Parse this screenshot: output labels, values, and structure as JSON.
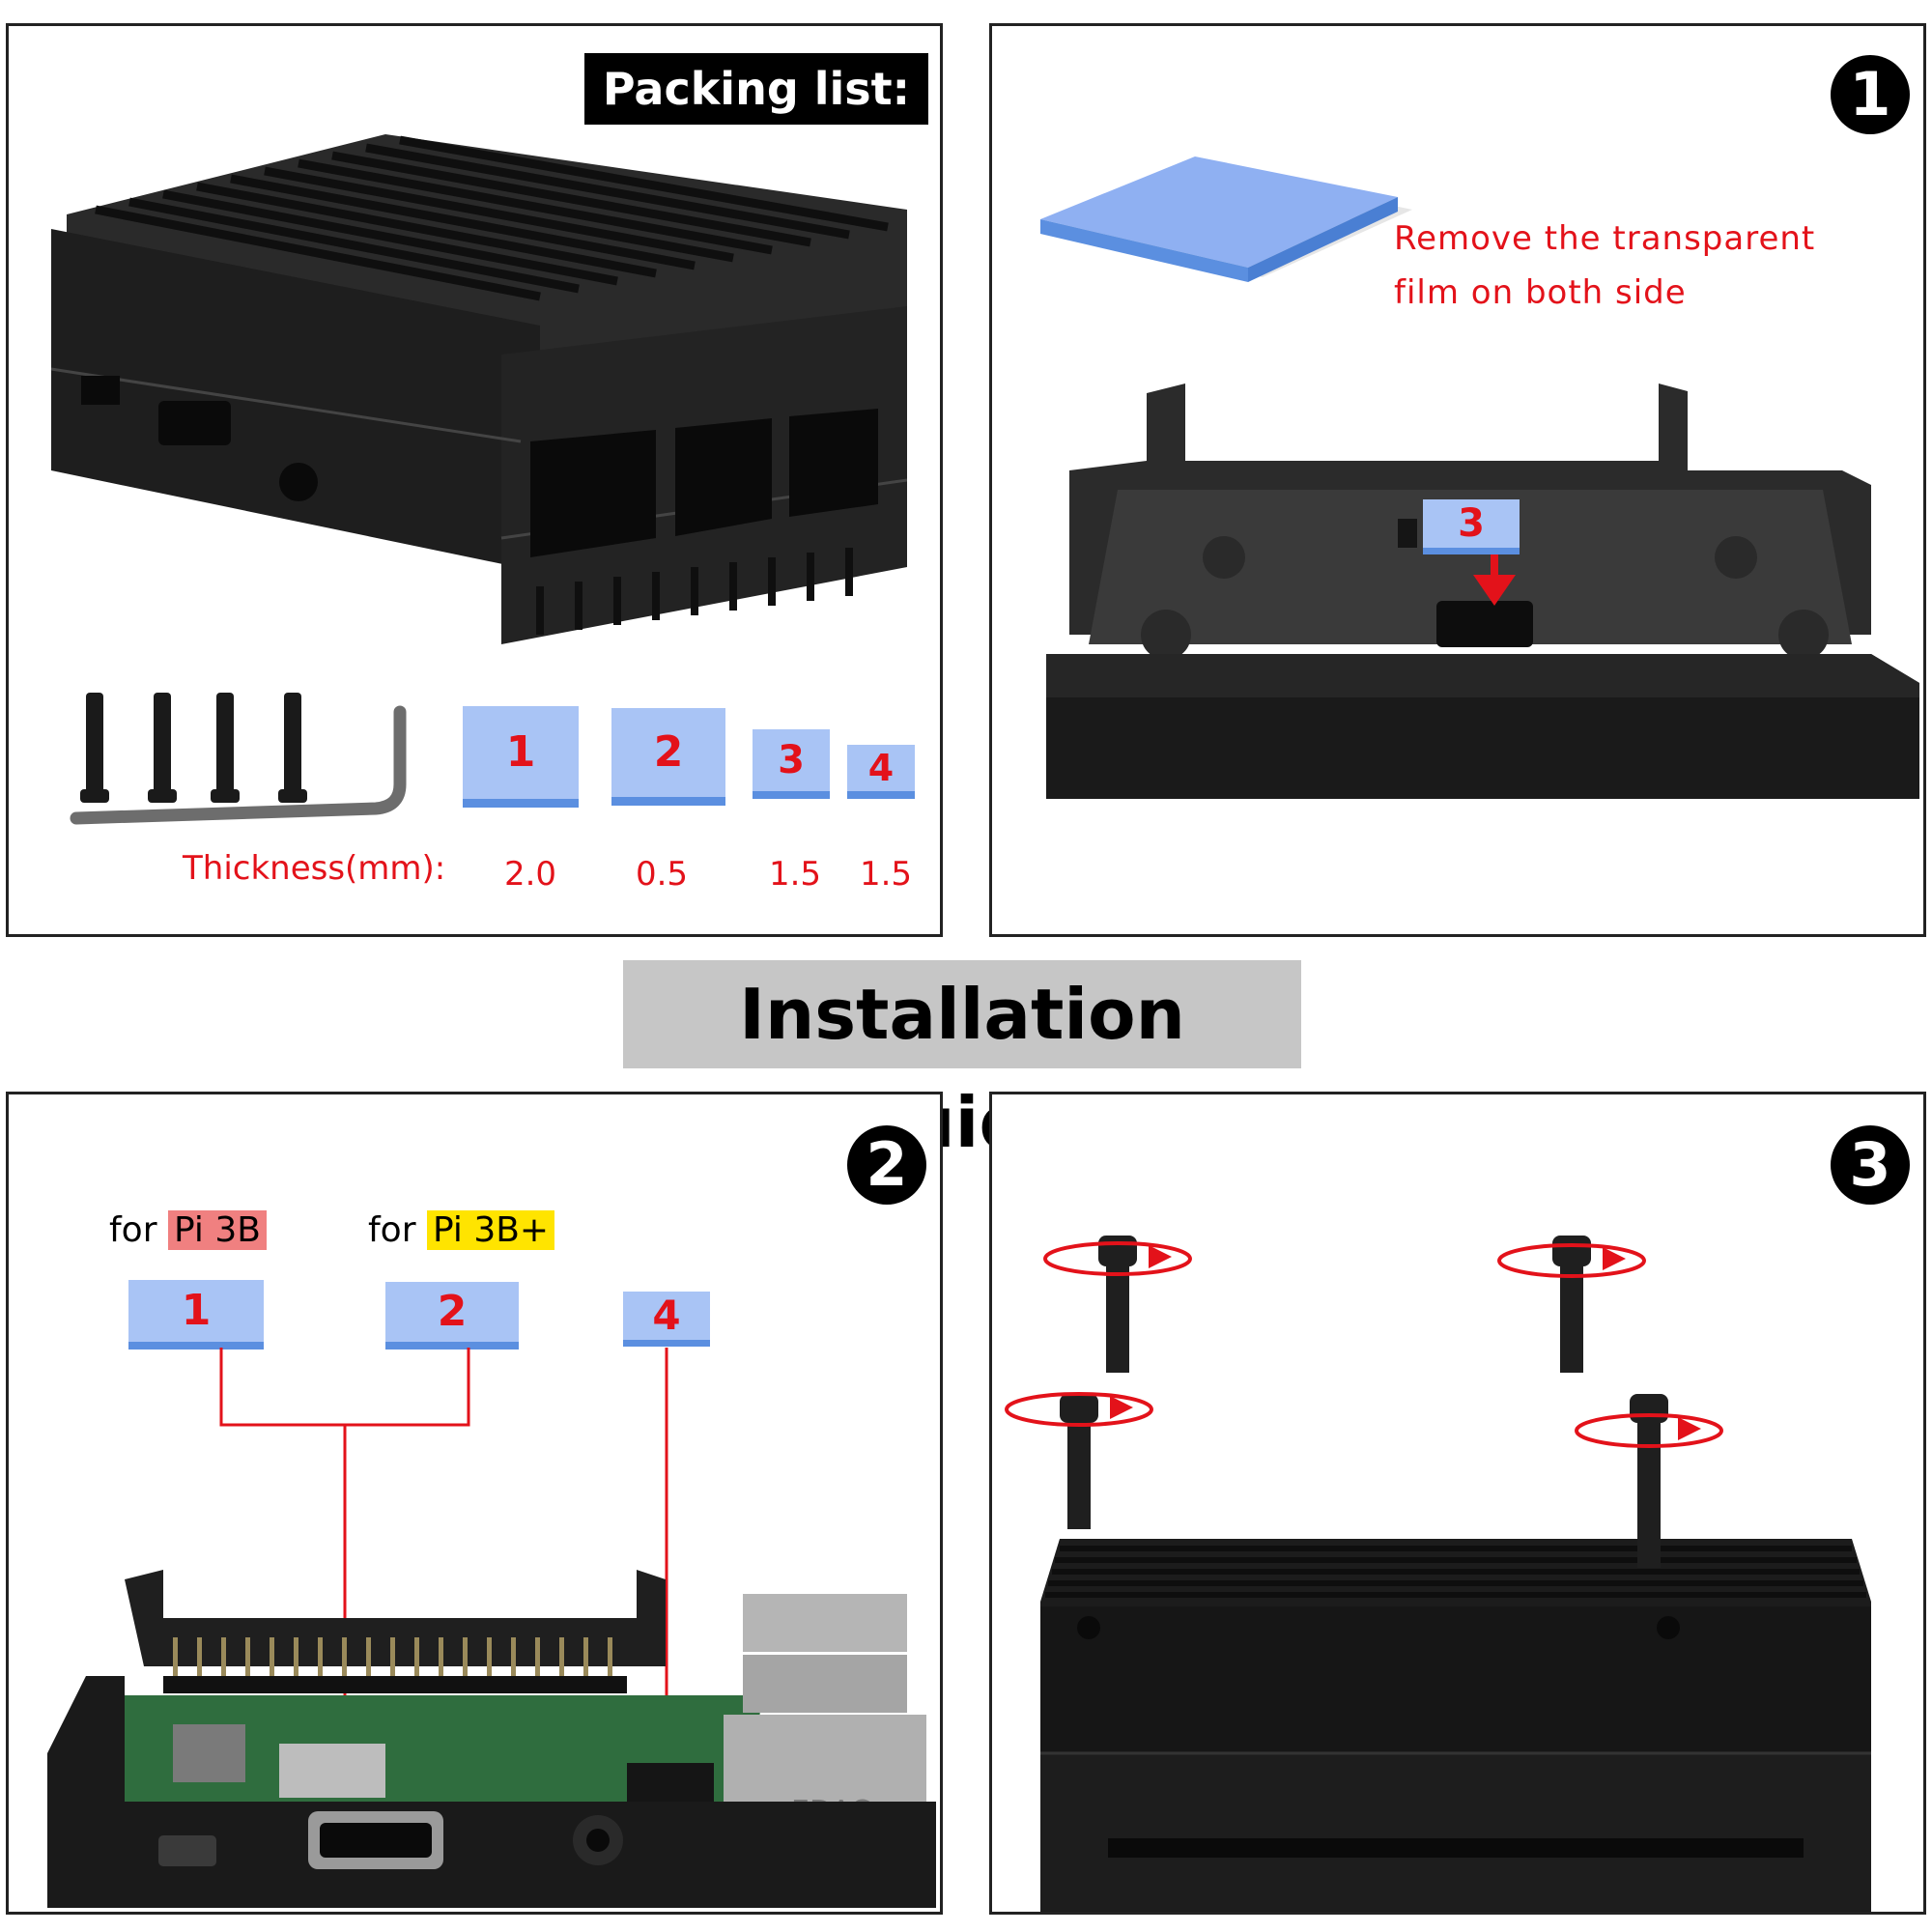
{
  "packing": {
    "title": "Packing list:",
    "pads": [
      "1",
      "2",
      "3",
      "4"
    ],
    "thickness_label": "Thickness(mm):",
    "thickness_values": [
      "2.0",
      "0.5",
      "1.5",
      "1.5"
    ]
  },
  "step1": {
    "number": "1",
    "instruction_line1": "Remove the transparent",
    "instruction_line2": "film on both side",
    "pad": "3"
  },
  "guide_title": "Installation Guide",
  "step2": {
    "number": "2",
    "for_word": "for",
    "model_a": "Pi 3B",
    "model_b": "Pi 3B+",
    "pads": [
      "1",
      "2",
      "4"
    ],
    "board_marking": "EDAC"
  },
  "step3": {
    "number": "3"
  },
  "colors": {
    "pad_blue": "#a9c4f5",
    "pad_edge": "#5b8fe0",
    "accent_red": "#e3121a",
    "tag_red": "#f08080",
    "tag_yellow": "#ffe400",
    "case_black": "#1c1c1c"
  }
}
